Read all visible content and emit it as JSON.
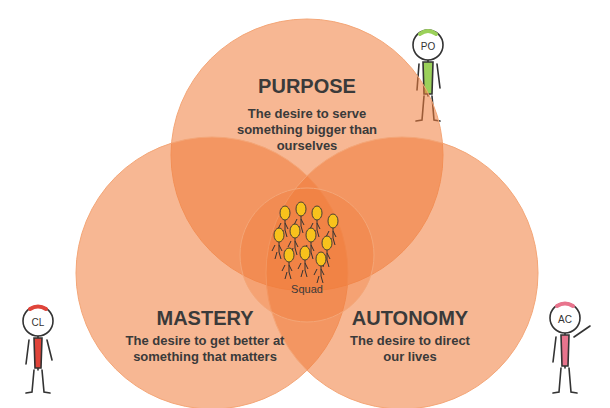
{
  "diagram": {
    "nodes": [
      {
        "text": [
          "PURPOSE",
          "The desire to serve something bigger than ourselves"
        ]
      },
      {
        "text": [
          "MASTERY",
          "The desire to get better at something that matters"
        ]
      },
      {
        "text": [
          "AUTONOMY",
          "The desire to direct our lives"
        ]
      },
      {
        "text": [
          "Squad"
        ]
      }
    ],
    "labels": [
      "PO",
      "CL",
      "AC"
    ]
  }
}
